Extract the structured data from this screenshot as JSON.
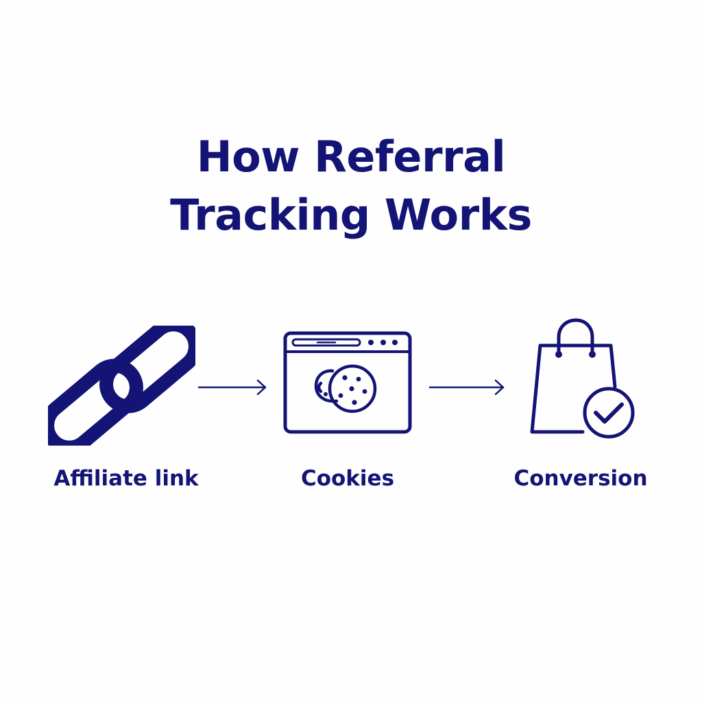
{
  "title": {
    "line1": "How Referral",
    "line2": "Tracking Works"
  },
  "steps": [
    {
      "label": "Affiliate link",
      "icon": "link-chain-icon"
    },
    {
      "label": "Cookies",
      "icon": "browser-cookie-icon"
    },
    {
      "label": "Conversion",
      "icon": "shopping-bag-check-icon"
    }
  ],
  "colors": {
    "ink": "#131475",
    "background": "#fefefe"
  }
}
